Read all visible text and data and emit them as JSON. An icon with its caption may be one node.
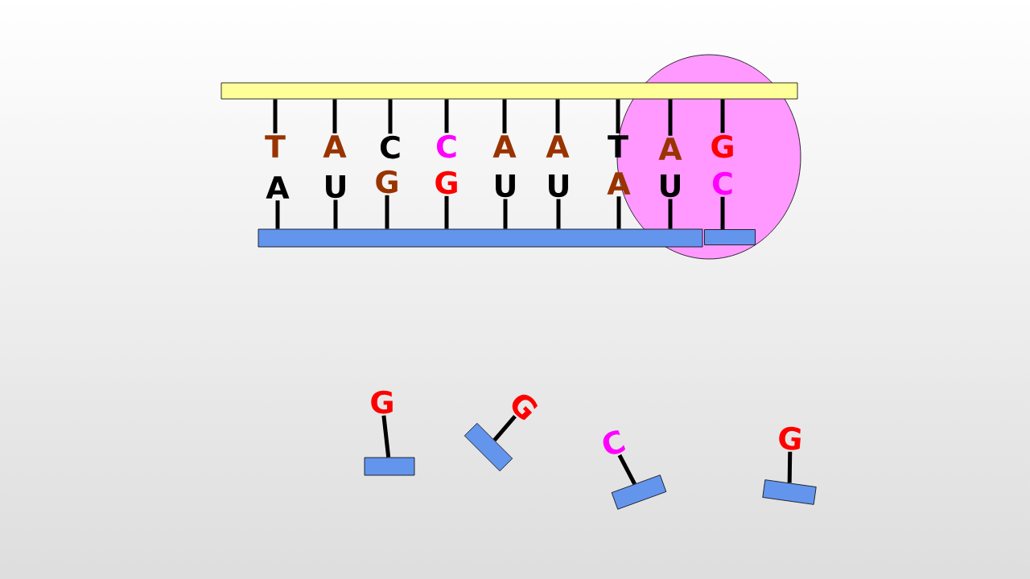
{
  "diagram": {
    "nodes": [
      {
        "text": [],
        "shape": "ellipse"
      },
      {
        "text": [],
        "shape": "bar"
      },
      {
        "text": [
          "T"
        ]
      },
      {
        "text": [
          "A"
        ]
      },
      {
        "text": [
          "C"
        ]
      },
      {
        "text": [
          "C"
        ]
      },
      {
        "text": [
          "A"
        ]
      },
      {
        "text": [
          "A"
        ]
      },
      {
        "text": [
          "T"
        ]
      },
      {
        "text": [
          "A"
        ],
        "in": 0
      },
      {
        "text": [
          "G"
        ],
        "in": 0
      },
      {
        "text": [
          "A"
        ]
      },
      {
        "text": [
          "U"
        ]
      },
      {
        "text": [
          "G"
        ]
      },
      {
        "text": [
          "G"
        ]
      },
      {
        "text": [
          "U"
        ]
      },
      {
        "text": [
          "U"
        ]
      },
      {
        "text": [
          "A"
        ]
      },
      {
        "text": [
          "U"
        ],
        "in": 0
      },
      {
        "text": [
          "C"
        ],
        "in": 0
      },
      {
        "text": [],
        "shape": "bar"
      },
      {
        "text": [],
        "shape": "bar",
        "in": 0
      },
      {
        "text": [
          "G"
        ]
      },
      {
        "text": [],
        "shape": "bar"
      },
      {
        "text": [
          "G"
        ]
      },
      {
        "text": [],
        "shape": "bar"
      },
      {
        "text": [
          "C"
        ]
      },
      {
        "text": [],
        "shape": "bar"
      },
      {
        "text": [
          "G"
        ]
      },
      {
        "text": [],
        "shape": "bar"
      }
    ],
    "edges": [
      {
        "from": 1,
        "to": 2,
        "arrow": "none"
      },
      {
        "from": 1,
        "to": 3,
        "arrow": "none"
      },
      {
        "from": 1,
        "to": 4,
        "arrow": "none"
      },
      {
        "from": 1,
        "to": 5,
        "arrow": "none"
      },
      {
        "from": 1,
        "to": 6,
        "arrow": "none"
      },
      {
        "from": 1,
        "to": 7,
        "arrow": "none"
      },
      {
        "from": 1,
        "to": 8,
        "arrow": "none"
      },
      {
        "from": 1,
        "to": 9,
        "arrow": "none"
      },
      {
        "from": 1,
        "to": 10,
        "arrow": "none"
      },
      {
        "from": 20,
        "to": 11,
        "arrow": "none"
      },
      {
        "from": 20,
        "to": 12,
        "arrow": "none"
      },
      {
        "from": 20,
        "to": 13,
        "arrow": "none"
      },
      {
        "from": 20,
        "to": 14,
        "arrow": "none"
      },
      {
        "from": 20,
        "to": 15,
        "arrow": "none"
      },
      {
        "from": 20,
        "to": 16,
        "arrow": "none"
      },
      {
        "from": 20,
        "to": 17,
        "arrow": "none"
      },
      {
        "from": 20,
        "to": 18,
        "arrow": "none"
      },
      {
        "from": 21,
        "to": 19,
        "arrow": "none"
      },
      {
        "from": 22,
        "to": 23,
        "arrow": "none"
      },
      {
        "from": 24,
        "to": 25,
        "arrow": "none"
      },
      {
        "from": 26,
        "to": 27,
        "arrow": "none"
      },
      {
        "from": 28,
        "to": 29,
        "arrow": "none"
      }
    ]
  }
}
